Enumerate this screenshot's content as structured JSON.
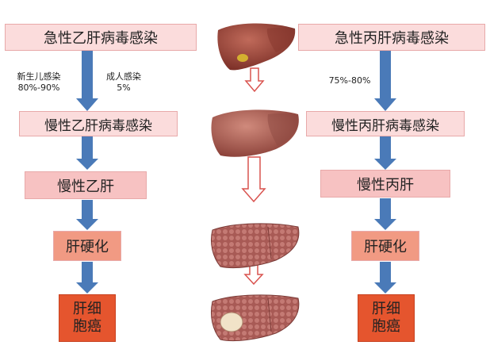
{
  "hbv": {
    "acute": "急性乙肝病毒感染",
    "rate_newborn_label": "新生儿感染",
    "rate_newborn_value": "80%-90%",
    "rate_adult_label": "成人感染",
    "rate_adult_value": "5%",
    "chronic_infection": "慢性乙肝病毒感染",
    "chronic_hepatitis": "慢性乙肝",
    "cirrhosis": "肝硬化",
    "hcc_line1": "肝细",
    "hcc_line2": "胞癌"
  },
  "hcv": {
    "acute": "急性丙肝病毒感染",
    "rate": "75%-80%",
    "chronic_infection": "慢性丙肝病毒感染",
    "chronic_hepatitis": "慢性丙肝",
    "cirrhosis": "肝硬化",
    "hcc_line1": "肝细",
    "hcc_line2": "胞癌"
  },
  "colors": {
    "arrow_blue": "#4a7ab8",
    "box_light": "#fbdcdc",
    "box_mid": "#f7c2c2",
    "box_cirrhosis": "#f19a83",
    "box_cancer": "#e5552e",
    "hollow_arrow": "#d9534f"
  }
}
